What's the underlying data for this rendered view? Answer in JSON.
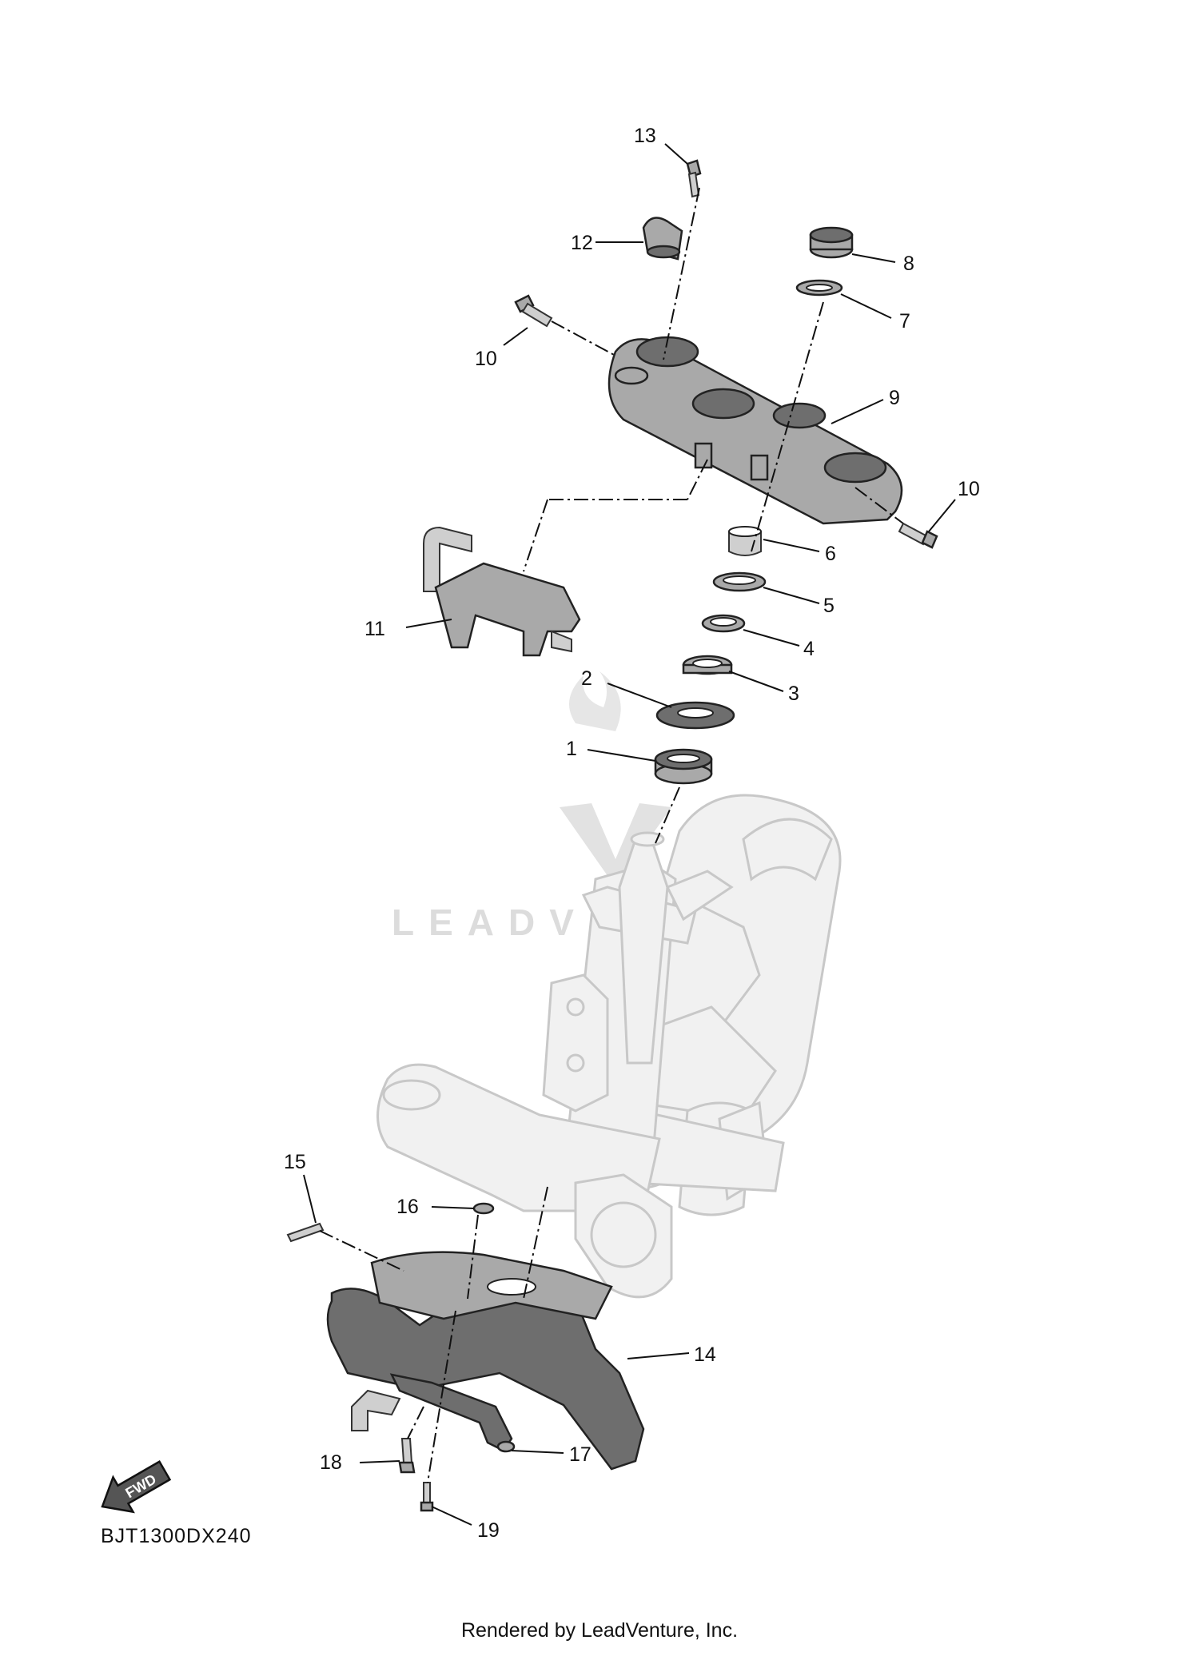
{
  "callouts": {
    "c1": "1",
    "c2": "2",
    "c3": "3",
    "c4": "4",
    "c5": "5",
    "c6": "6",
    "c7": "7",
    "c8": "8",
    "c9": "9",
    "c10a": "10",
    "c10b": "10",
    "c11": "11",
    "c12": "12",
    "c13": "13",
    "c14": "14",
    "c15": "15",
    "c16": "16",
    "c17": "17",
    "c18": "18",
    "c19": "19"
  },
  "fwd_arrow": {
    "label": "FWD"
  },
  "watermark": {
    "text": "LEADVENTURE"
  },
  "diagram_code": "BJT1300DX240",
  "footer": {
    "credit": "Rendered by LeadVenture, Inc."
  },
  "colors": {
    "part_fill": "#a9a9a9",
    "frame_fill": "#f1f1f1",
    "line": "#111111"
  }
}
